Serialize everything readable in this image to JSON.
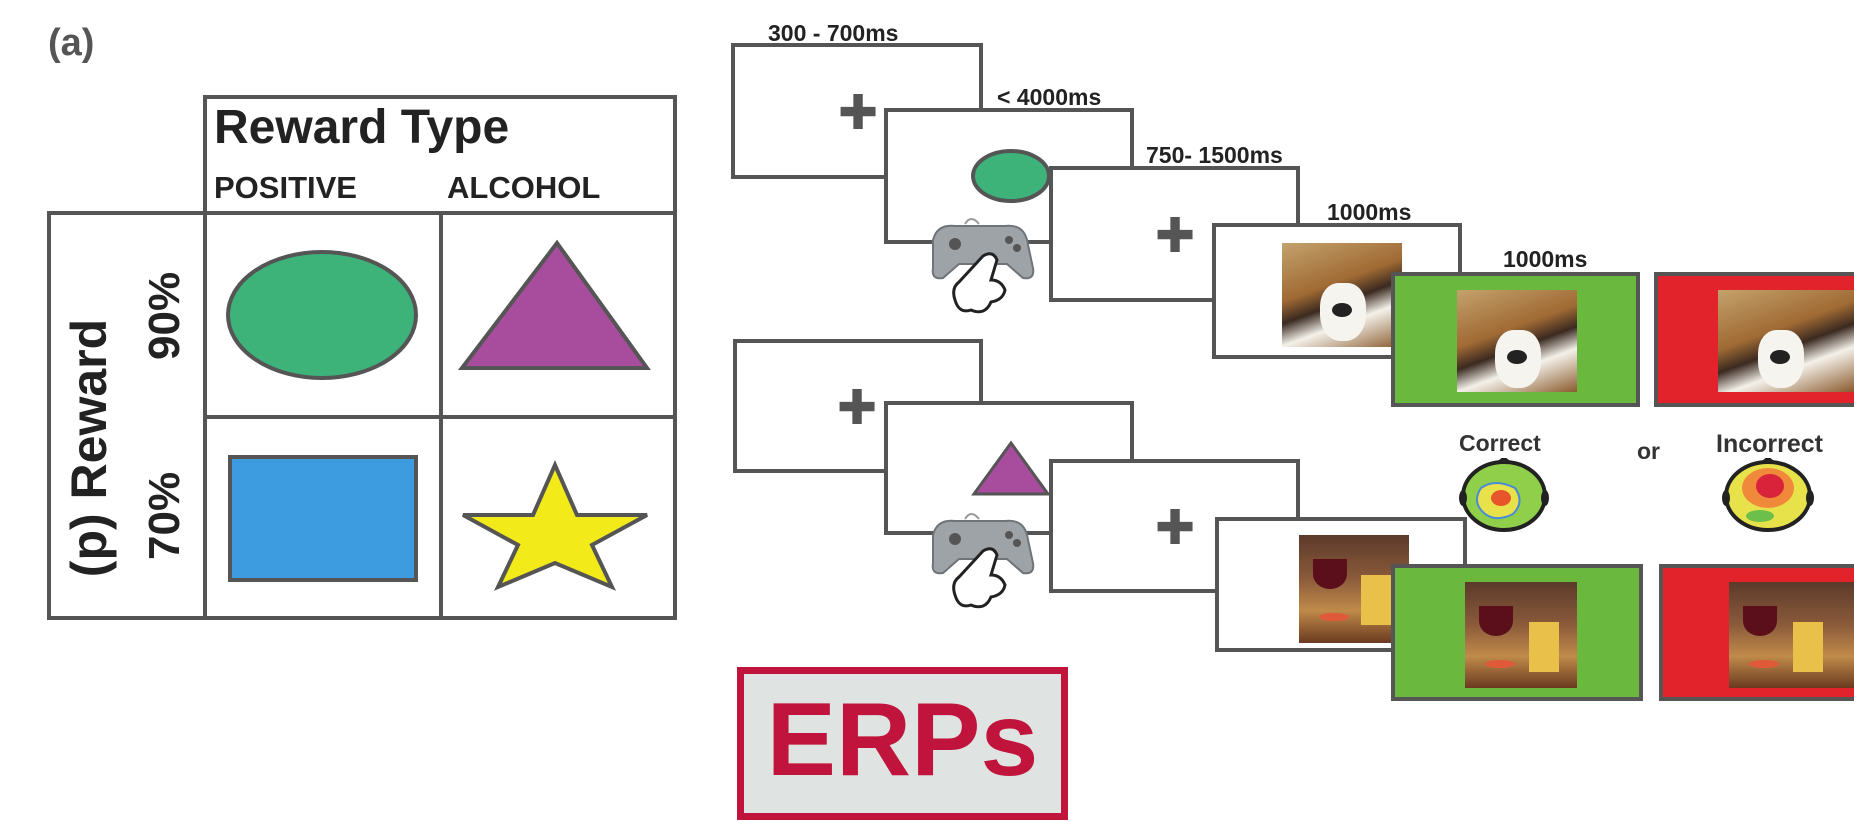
{
  "panel_label": "(a)",
  "design_table": {
    "title": "Reward Type",
    "columns": [
      "POSITIVE",
      "ALCOHOL"
    ],
    "row_axis_label": "(p) Reward",
    "rows": [
      "90%",
      "70%"
    ],
    "shapes": [
      {
        "row": "90%",
        "col": "POSITIVE",
        "shape": "circle",
        "color": "#3db37a"
      },
      {
        "row": "90%",
        "col": "ALCOHOL",
        "shape": "triangle",
        "color": "#a84d9e"
      },
      {
        "row": "70%",
        "col": "POSITIVE",
        "shape": "square",
        "color": "#3d9be0"
      },
      {
        "row": "70%",
        "col": "ALCOHOL",
        "shape": "star",
        "color": "#f2ea19"
      }
    ]
  },
  "trial": {
    "timings": [
      "300 - 700ms",
      "< 4000ms",
      "750- 1500ms",
      "1000ms",
      "1000ms"
    ],
    "fixation_glyph": "✚",
    "feedback_labels": {
      "correct": "Correct",
      "or": "or",
      "incorrect": "Incorrect"
    },
    "feedback_colors": {
      "correct": "#6bb83f",
      "incorrect": "#e3232b"
    },
    "stimuli": [
      "dog-photo",
      "alcohol-drinks-photo"
    ],
    "response_icon": "gamepad-hand-icon"
  },
  "erps_label": "ERPs",
  "colors": {
    "frame_border": "#555555",
    "erps_accent": "#c0143c",
    "erps_bg": "#dfe3e1"
  }
}
